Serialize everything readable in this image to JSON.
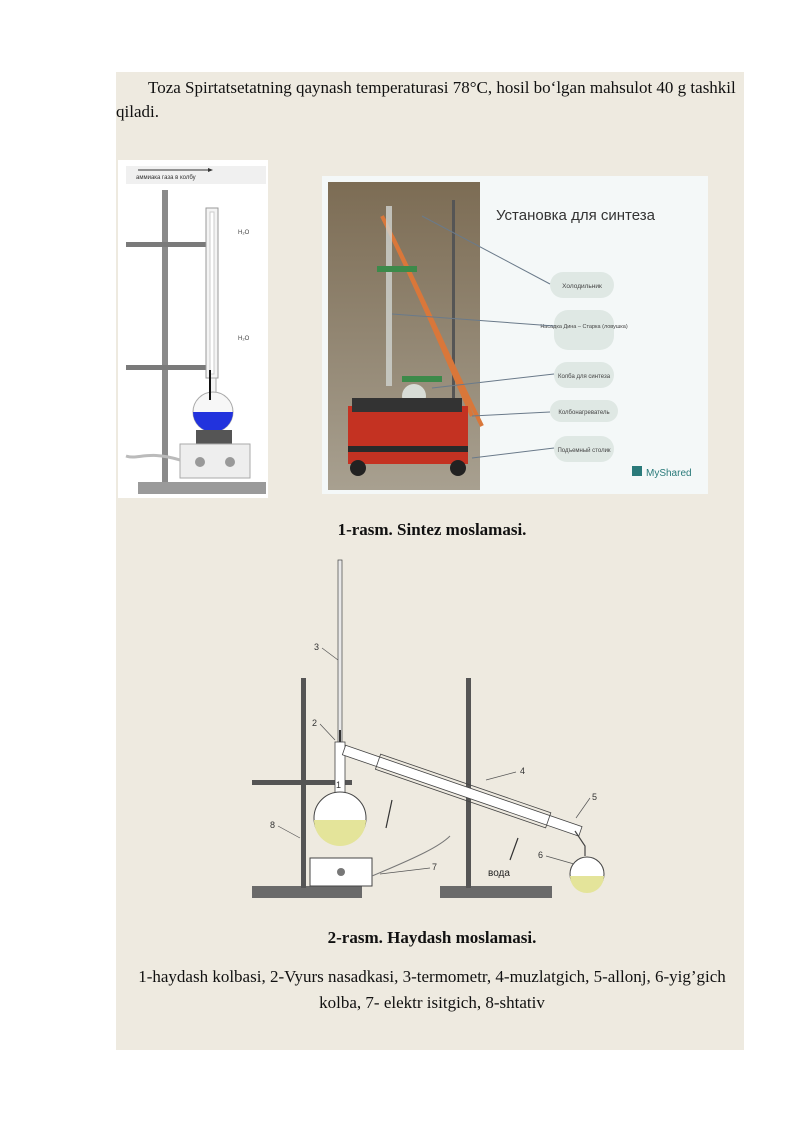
{
  "paragraph": {
    "text": "Toza Spirtatsetatning qaynash temperaturasi 78°C, hosil bo‘lgan mahsulot 40 g tashkil qiladi."
  },
  "figure1": {
    "left_header": "аммиака газа в колбу",
    "h2o_top": "H₂O",
    "h2o_bottom": "H₂O",
    "title": "Установка для синтеза",
    "labels": [
      "Холодильник",
      "Насадка Дина – Старка (ловушка)",
      "Колба для синтеза",
      "Колбонагреватель",
      "Подъемный столик"
    ],
    "watermark": "MyShared",
    "caption": "1-rasm. Sintez moslamasi."
  },
  "figure2": {
    "numbers": [
      "1",
      "2",
      "3",
      "4",
      "5",
      "6",
      "7",
      "8"
    ],
    "water_label": "вода",
    "caption": "2-rasm. Haydash moslamasi."
  },
  "legend": {
    "text": "1-haydash kolbasi, 2-Vyurs nasadkasi, 3-termometr, 4-muzlatgich, 5-allonj, 6-yig’gich kolba, 7- elektr isitgich, 8-shtativ"
  },
  "colors": {
    "panel": "#eeeae0",
    "liquid_blue": "#2233dd",
    "liquid_yellow": "#e4e49a",
    "tube_orange": "#d9773a",
    "heater_red": "#c43222"
  }
}
